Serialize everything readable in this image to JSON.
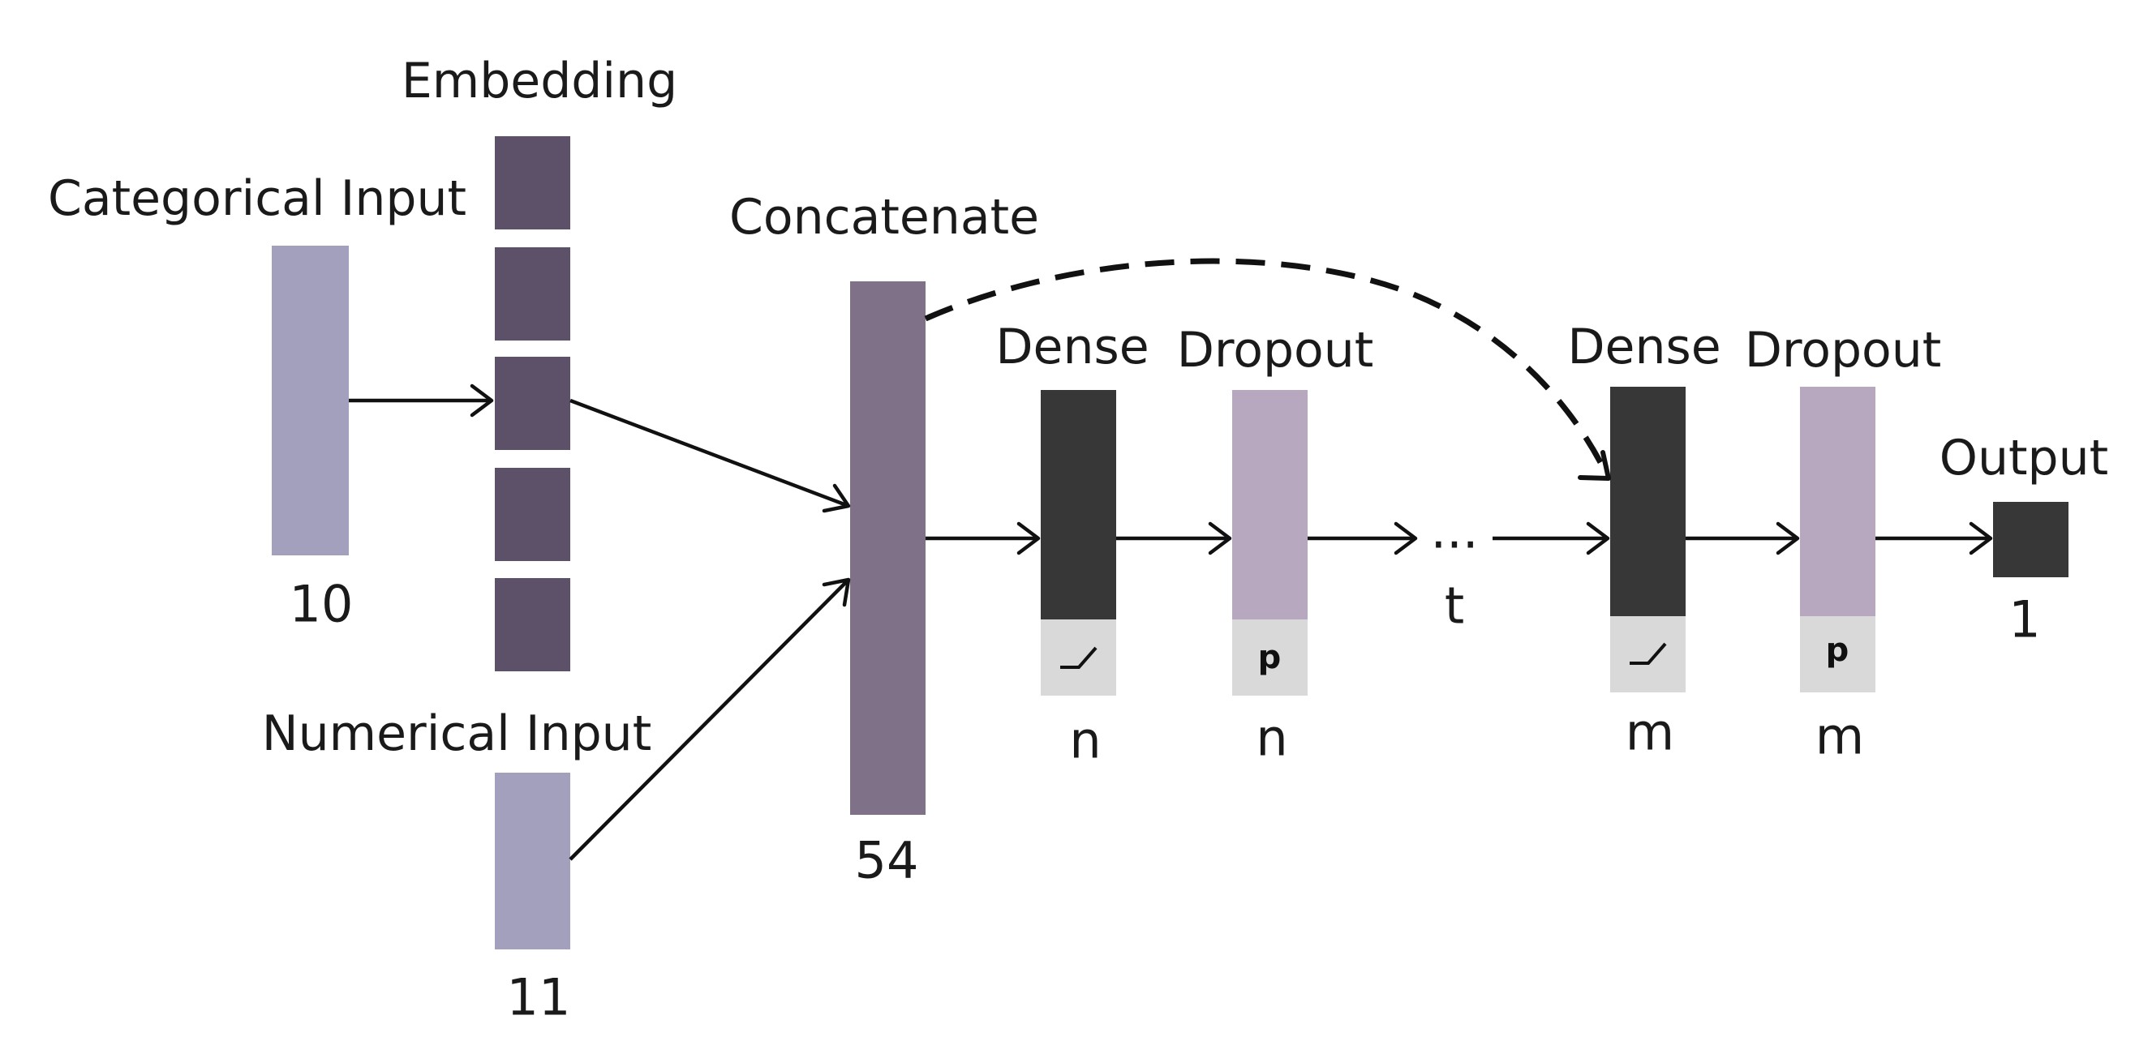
{
  "colors": {
    "input": "#a3a0bd",
    "embedding": "#5c5169",
    "concatenate": "#7f7187",
    "dense": "#373737",
    "dropout": "#b7a7bf",
    "activation_bg": "#d9d9d9",
    "output": "#373737",
    "line": "#111111"
  },
  "labels": {
    "embedding": "Embedding",
    "categorical_input": "Categorical Input",
    "numerical_input": "Numerical Input",
    "concatenate": "Concatenate",
    "dense_1": "Dense",
    "dropout_1": "Dropout",
    "dense_2": "Dense",
    "dropout_2": "Dropout",
    "output": "Output",
    "ellipsis": "..."
  },
  "dims": {
    "categorical": "10",
    "numerical": "11",
    "concatenate": "54",
    "dense_1": "n",
    "dropout_1": "n",
    "repeat": "t",
    "dense_2": "m",
    "dropout_2": "m",
    "output": "1"
  },
  "badges": {
    "dropout_1": "p",
    "dropout_2": "p"
  },
  "icons": {
    "dense_1_activation": "relu-icon",
    "dense_2_activation": "relu-icon"
  }
}
